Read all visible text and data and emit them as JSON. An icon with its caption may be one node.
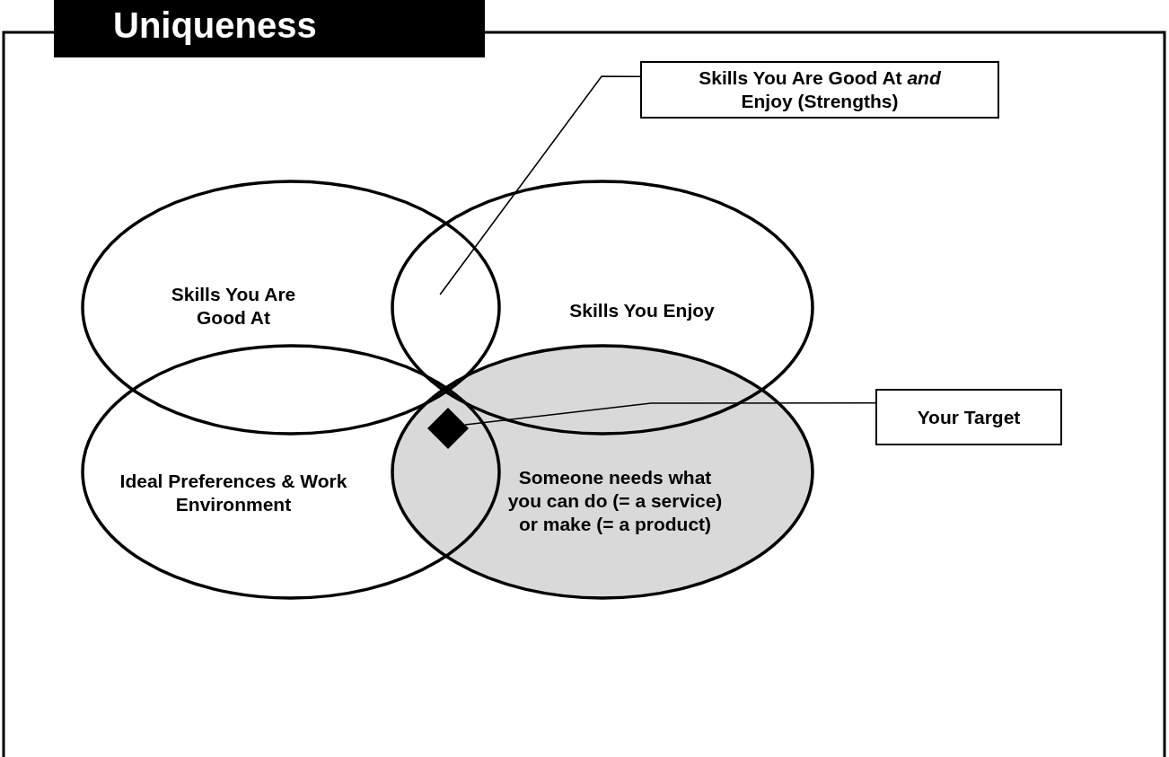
{
  "diagram": {
    "title": "Uniqueness",
    "nodes": [
      {
        "text": [
          "Skills You Are Good At"
        ]
      },
      {
        "text": [
          "Skills You Enjoy"
        ]
      },
      {
        "text": [
          "Ideal Preferences & Work Environment"
        ]
      },
      {
        "text": [
          "Someone needs what you can do (= a service) or make (= a product)"
        ]
      },
      {
        "text": [
          "Skills You Are Good At *and* Enjoy (Strengths)"
        ]
      },
      {
        "text": [
          "Your Target"
        ]
      },
      {
        "text": [],
        "shape": "diamond"
      }
    ],
    "edges": [
      {
        "from": 4,
        "to": 0,
        "arrow": "none"
      },
      {
        "from": 5,
        "to": 6,
        "arrow": "none"
      }
    ]
  }
}
